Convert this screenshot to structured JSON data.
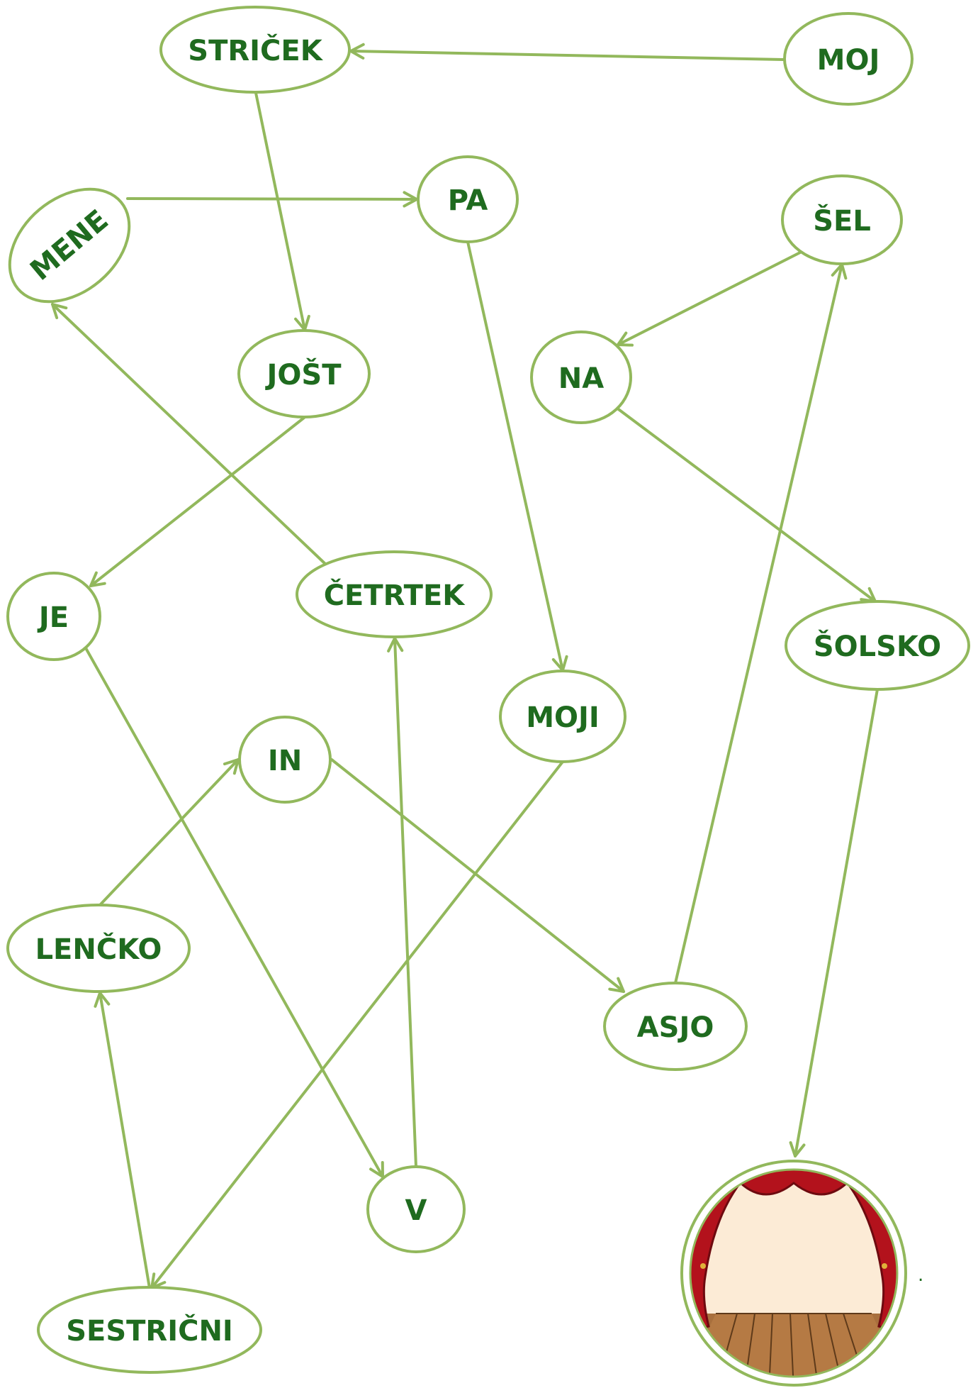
{
  "colors": {
    "node_stroke": "#92b85c",
    "node_text": "#1f6b1f",
    "edge": "#92b85c",
    "curtain": "#b3121c",
    "stage_back": "#fcebd6",
    "floor": "#a86f3d"
  },
  "nodes": [
    {
      "id": "stricek",
      "label": "STRIČEK"
    },
    {
      "id": "moj",
      "label": "MOJ"
    },
    {
      "id": "mene",
      "label": "MENE"
    },
    {
      "id": "pa",
      "label": "PA"
    },
    {
      "id": "sel",
      "label": "ŠEL"
    },
    {
      "id": "jost",
      "label": "JOŠT"
    },
    {
      "id": "na",
      "label": "NA"
    },
    {
      "id": "je",
      "label": "JE"
    },
    {
      "id": "cetrtek",
      "label": "ČETRTEK"
    },
    {
      "id": "solsko",
      "label": "ŠOLSKO"
    },
    {
      "id": "moji",
      "label": "MOJI"
    },
    {
      "id": "in",
      "label": "IN"
    },
    {
      "id": "lencko",
      "label": "LENČKO"
    },
    {
      "id": "asjo",
      "label": "ASJO"
    },
    {
      "id": "v",
      "label": "V"
    },
    {
      "id": "sestricni",
      "label": "SESTRIČNI"
    }
  ],
  "edges": [
    {
      "from": "moj",
      "to": "stricek"
    },
    {
      "from": "stricek",
      "to": "jost"
    },
    {
      "from": "jost",
      "to": "je"
    },
    {
      "from": "je",
      "to": "v"
    },
    {
      "from": "v",
      "to": "cetrtek"
    },
    {
      "from": "cetrtek",
      "to": "mene"
    },
    {
      "from": "mene",
      "to": "pa"
    },
    {
      "from": "pa",
      "to": "moji"
    },
    {
      "from": "moji",
      "to": "sestricni"
    },
    {
      "from": "sestricni",
      "to": "lencko"
    },
    {
      "from": "lencko",
      "to": "in"
    },
    {
      "from": "in",
      "to": "asjo"
    },
    {
      "from": "asjo",
      "to": "sel"
    },
    {
      "from": "sel",
      "to": "na"
    },
    {
      "from": "na",
      "to": "solsko"
    },
    {
      "from": "solsko",
      "to": "stage"
    }
  ],
  "stage": {
    "icon": "theater-stage-icon"
  },
  "end_mark": "."
}
